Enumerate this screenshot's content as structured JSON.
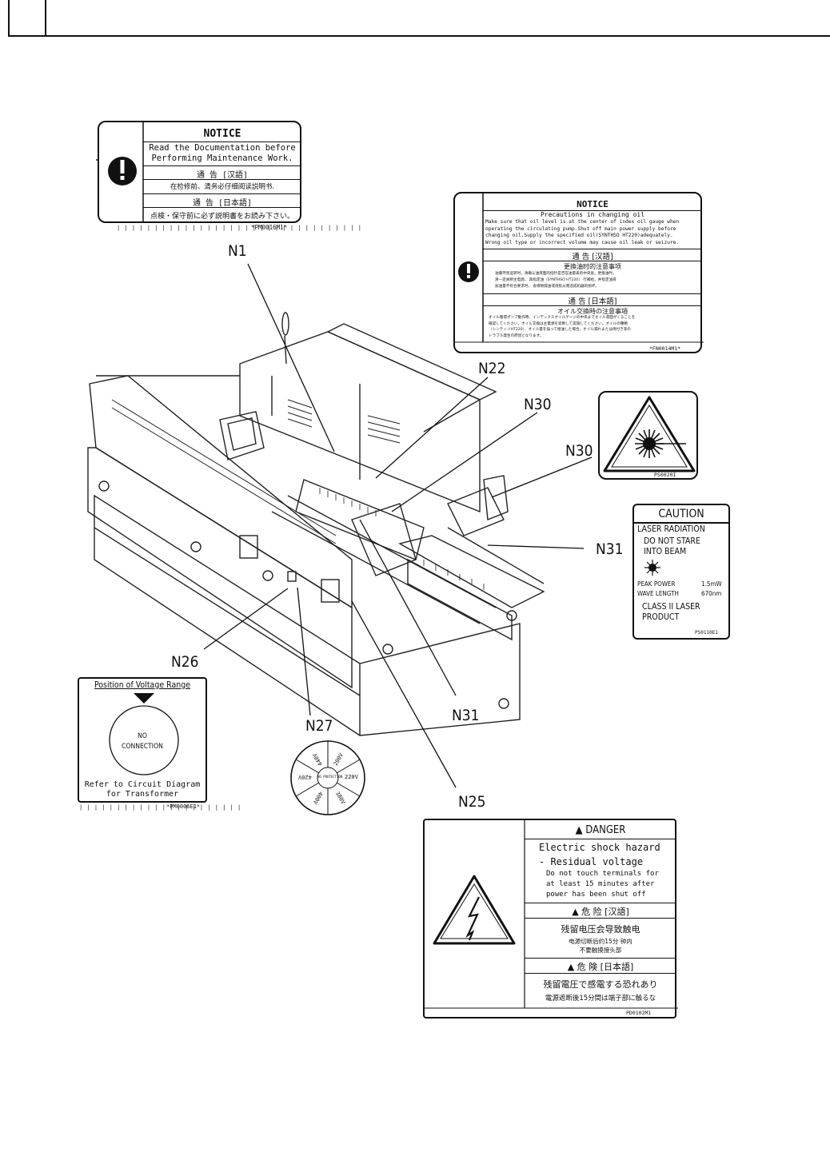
{
  "labels": {
    "pm0016": {
      "title": "NOTICE",
      "line1": "Read the Documentation before",
      "line2": "Performing Maintenance Work.",
      "cn_title": "通 告 [汉語]",
      "cn_text": "在检修前、清务必仔细阅读説明书.",
      "jp_title": "通 告 [日本語]",
      "jp_text": "点検・保守前に必ず説明書をお読み下さい。",
      "code": "*PM0016M1*"
    },
    "fn0014": {
      "title": "NOTICE",
      "subtitle": "Precautions in changing oil",
      "body": [
        "Make sure that oil level is at the center of index oil gauge when",
        "operating the circulating pump.Shut off main power supply before",
        "changing oil.Supply the specified oil(SYNTHSO HT220)adequately.",
        "Wrong oil type or incorrect volume may cause oil leak or seizure."
      ],
      "cn_title": "通 告 [汉語]",
      "cn_sub": "更換油时的注意事项",
      "cn_body": [
        "油循环泵运转时，清确认油液面的指针是否在油量表的中央处。更換油时，",
        "清一定关断主电源。  再指定油（SYNTHSO HT220）  行補给，并指定油液",
        "加油量不符合要求时，  会導致漏油或烧焦从而造成机器的损坏。"
      ],
      "jp_title": "通 告 [日本語]",
      "jp_sub": "オイル交換時の注意事項",
      "jp_body": [
        "オイル循環ポンプ動作時、インデックスオイルゲージの中央までオイル液面がくることを",
        "確認してください。オイル交換は主電源を遮断して実施してください。オイルの種類",
        "（シンテッソHT220）、オイル量を誤って給油した場合、オイル漏れまたは焼付き等の",
        "トラブル発生の原因となります。"
      ],
      "code": "*FN0014M1*"
    },
    "ps0020": {
      "code": "PS0020I"
    },
    "ps0110": {
      "title": "CAUTION",
      "l1": "LASER RADIATION",
      "l2": "DO NOT STARE",
      "l3": "INTO BEAM",
      "peak_label": "PEAK POWER",
      "peak_value": "1.5mW",
      "wave_label": "WAVE LENGTH",
      "wave_value": "670nm",
      "l4": "CLASS II LASER",
      "l5": "PRODUCT",
      "code": "PS0110E1"
    },
    "pm0006": {
      "title": "Position of Voltage Range",
      "circle1": "NO",
      "circle2": "CONNECTION",
      "foot1": "Refer to Circuit Diagram",
      "foot2": "for Transformer",
      "code": "*PM0006E1*"
    },
    "dial": {
      "center": "NO PROTECTION",
      "v200": "200V",
      "v220": "220V",
      "v380": "380V",
      "v400": "400V",
      "v420": "420V",
      "v440": "440V"
    },
    "pd0102": {
      "title": "▲ DANGER",
      "l1": "Electric shock hazard",
      "l2": "- Residual voltage",
      "l3": "Do not touch terminals for",
      "l4": "at least 15 minutes after",
      "l5": "power has been shut off",
      "cn_title": "▲ 危 险 [汉語]",
      "cn_l1": "残留电压会导致触电",
      "cn_l2": "电源切断后约15分 钟内",
      "cn_l3": "不要触摸接头部",
      "jp_title": "▲ 危 険 [日本語]",
      "jp_l1": "残留電圧で感電する恐れあり",
      "jp_l2": "電源遮断後15分間は端子部に触るな",
      "code": "PD0102M1"
    }
  },
  "callouts": {
    "n1": "N1",
    "n22": "N22",
    "n30a": "N30",
    "n30b": "N30",
    "n31a": "N31",
    "n31b": "N31",
    "n26": "N26",
    "n27": "N27",
    "n25": "N25"
  }
}
